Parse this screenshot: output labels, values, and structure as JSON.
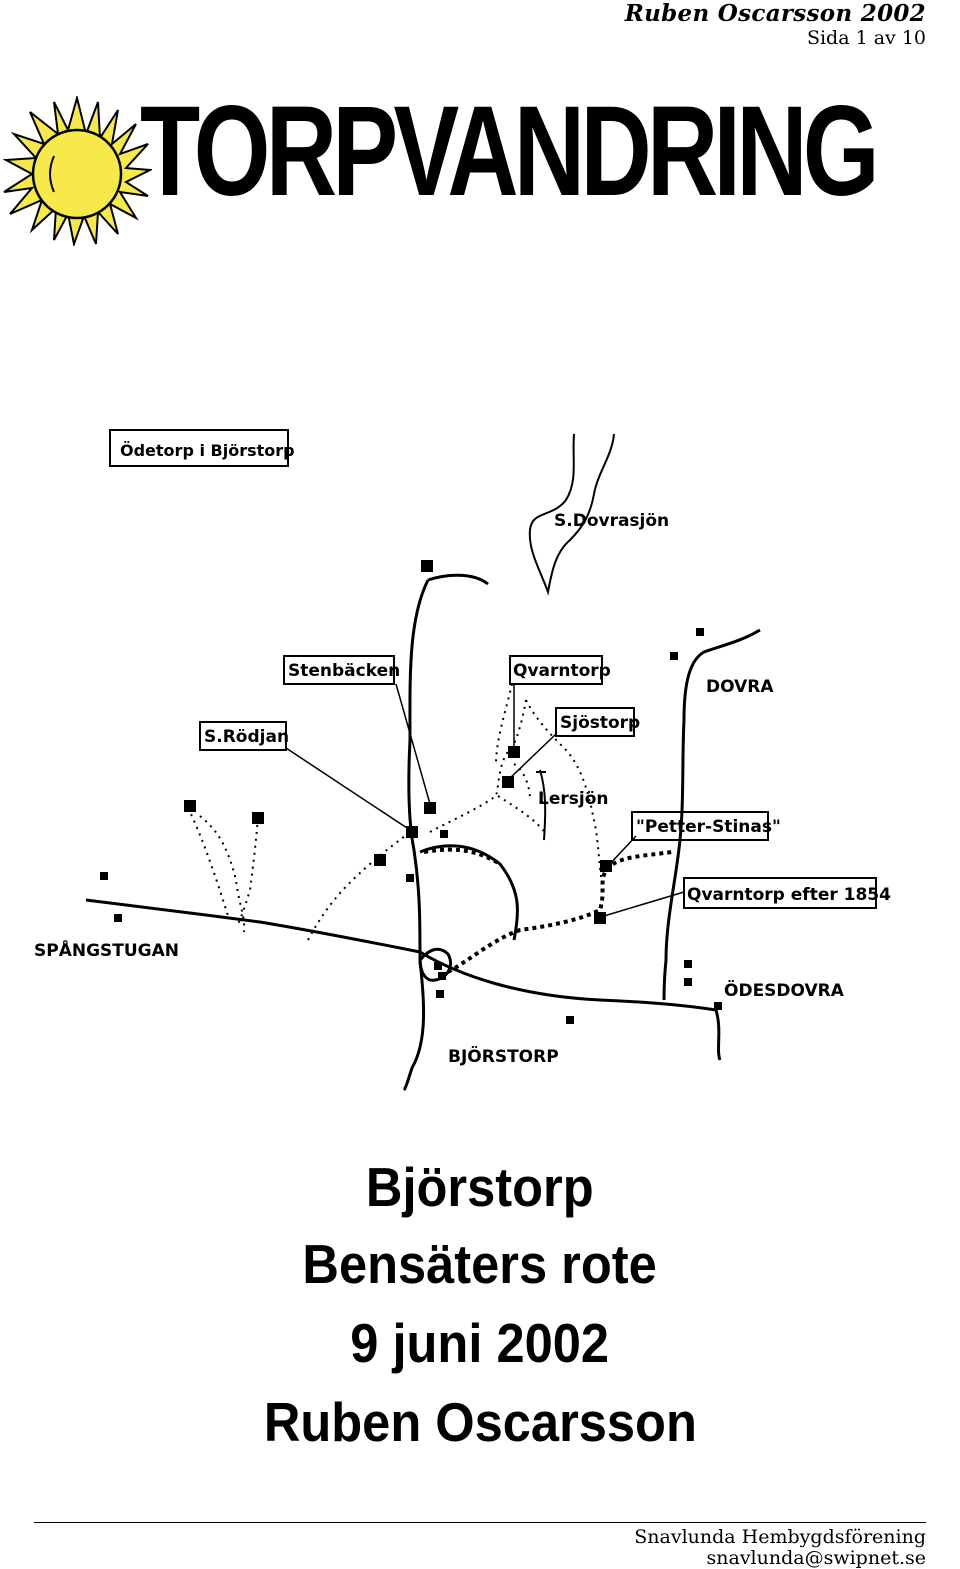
{
  "header": {
    "author_year": "Ruben Oscarsson 2002",
    "page": "Sida 1 av 10"
  },
  "banner": {
    "title": "TORPVANDRING",
    "icon": "sun-icon",
    "icon_color": "#f7e94a"
  },
  "map": {
    "title": "Ödetorp i Björstorp",
    "labels": {
      "s_dovrasjon": "S.Dovrasjön",
      "stenbacken": "Stenbäcken",
      "qvarntorp": "Qvarntorp",
      "sjostorp": "Sjöstorp",
      "s_rodjan": "S.Rödjan",
      "dovra": "DOVRA",
      "lersjon": "Lersjön",
      "petter_stinas": "\"Petter-Stinas\"",
      "qvarntorp_efter": "Qvarntorp efter 1854",
      "spangstugan": "SPÅNGSTUGAN",
      "odesdovra": "ÖDESDOVRA",
      "bjorstorp": "BJÖRSTORP"
    }
  },
  "title_block": {
    "line1": "Björstorp",
    "line2": "Bensäters rote",
    "line3": "9 juni 2002",
    "line4": "Ruben Oscarsson"
  },
  "footer": {
    "organization": "Snavlunda Hembygdsförening",
    "email": "snavlunda@swipnet.se"
  }
}
